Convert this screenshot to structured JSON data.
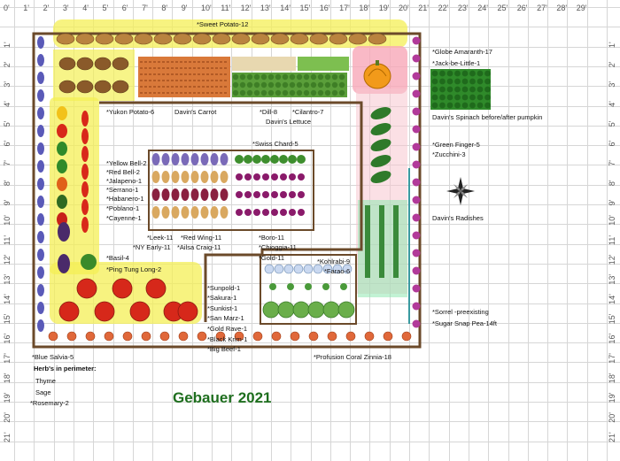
{
  "title": "Gebauer 2021",
  "ruler": {
    "top": [
      "0'",
      "1'",
      "2'",
      "3'",
      "4'",
      "5'",
      "6'",
      "7'",
      "8'",
      "9'",
      "10'",
      "11'",
      "12'",
      "13'",
      "14'",
      "15'",
      "16'",
      "17'",
      "18'",
      "19'",
      "20'",
      "21'",
      "22'",
      "23'",
      "24'",
      "25'",
      "26'",
      "27'",
      "28'",
      "29'"
    ],
    "left": [
      "1'",
      "2'",
      "3'",
      "4'",
      "5'",
      "6'",
      "7'",
      "8'",
      "9'",
      "10'",
      "11'",
      "12'",
      "13'",
      "14'",
      "15'",
      "16'",
      "17'",
      "18'",
      "19'",
      "20'",
      "21'"
    ],
    "right": [
      "1'",
      "2'",
      "3'",
      "4'",
      "5'",
      "6'",
      "7'",
      "8'",
      "9'",
      "10'",
      "11'",
      "12'",
      "13'",
      "14'",
      "15'",
      "16'",
      "17'",
      "18'",
      "19'",
      "20'",
      "21'"
    ]
  },
  "labels": {
    "sweet_potato": "*Sweet Potato-12",
    "globe_amaranth": "*Globe Amaranth-17",
    "jack_be_little": "*Jack-be-Little-1",
    "yukon_potato": "*Yukon Potato-6",
    "davins_carrot": "Davin's Carrot",
    "dill": "*Dill-8",
    "cilantro": "*Cilantro-7",
    "davins_lettuce": "Davin's Lettuce",
    "davins_spinach": "Davin's Spinach before/after pumpkin",
    "swiss_chard": "*Swiss Chard-5",
    "green_finger": "*Green Finger-5",
    "zucchini": "*Zucchini-3",
    "yellow_bell": "*Yellow Bell-2",
    "red_bell": "*Red Bell-2",
    "jalapeno": "*Jalapeno-1",
    "serrano": "*Serrano-1",
    "habanero": "*Habanero-1",
    "poblano": "*Poblano-1",
    "cayenne": "*Cayenne-1",
    "davins_radishes": "Davin's Radishes",
    "leek": "*Leek-11",
    "red_wing": "*Red Wing-11",
    "ny_early": "*NY Early-11",
    "ailsa_craig": "*Ailsa Craig-11",
    "boro": "*Boro-11",
    "chioggia": "*Chioggia-11",
    "gold": "*Gold-11",
    "basil": "*Basil-4",
    "ping_tung": "*Ping Tung Long-2",
    "kohlrabi": "*Kohlrabi-9",
    "farao": "*Farao-6",
    "sunpold": "*Sunpold-1",
    "sakura": "*Sakura-1",
    "sunkist": "*Sunkist-1",
    "san_marz": "*San Marz-1",
    "gold_rave": "*Gold Rave-1",
    "black_krim": "*Black Krim-1",
    "big_beef": "*Big Beef-1",
    "sorrel": "*Sorrel -preexisting",
    "sugar_snap": "*Sugar Snap Pea-14ft",
    "blue_salvia": "*Blue Salvia-5",
    "profusion": "*Profusion Coral Zinnia-18",
    "herbs_header": "Herb's in perimeter:",
    "thyme": "Thyme",
    "sage": "Sage",
    "rosemary": "*Rosemary-2"
  },
  "colors": {
    "border": "#6b4a2a",
    "grid": "#d6d6d6",
    "highlight_yellow": "#f4ef55",
    "highlight_pink": "#f7a8b8",
    "highlight_green": "#8fe8b0",
    "title": "#1e6e1e"
  },
  "icons": {
    "compass": "compass-rose-icon",
    "pumpkin": "pumpkin-icon"
  }
}
